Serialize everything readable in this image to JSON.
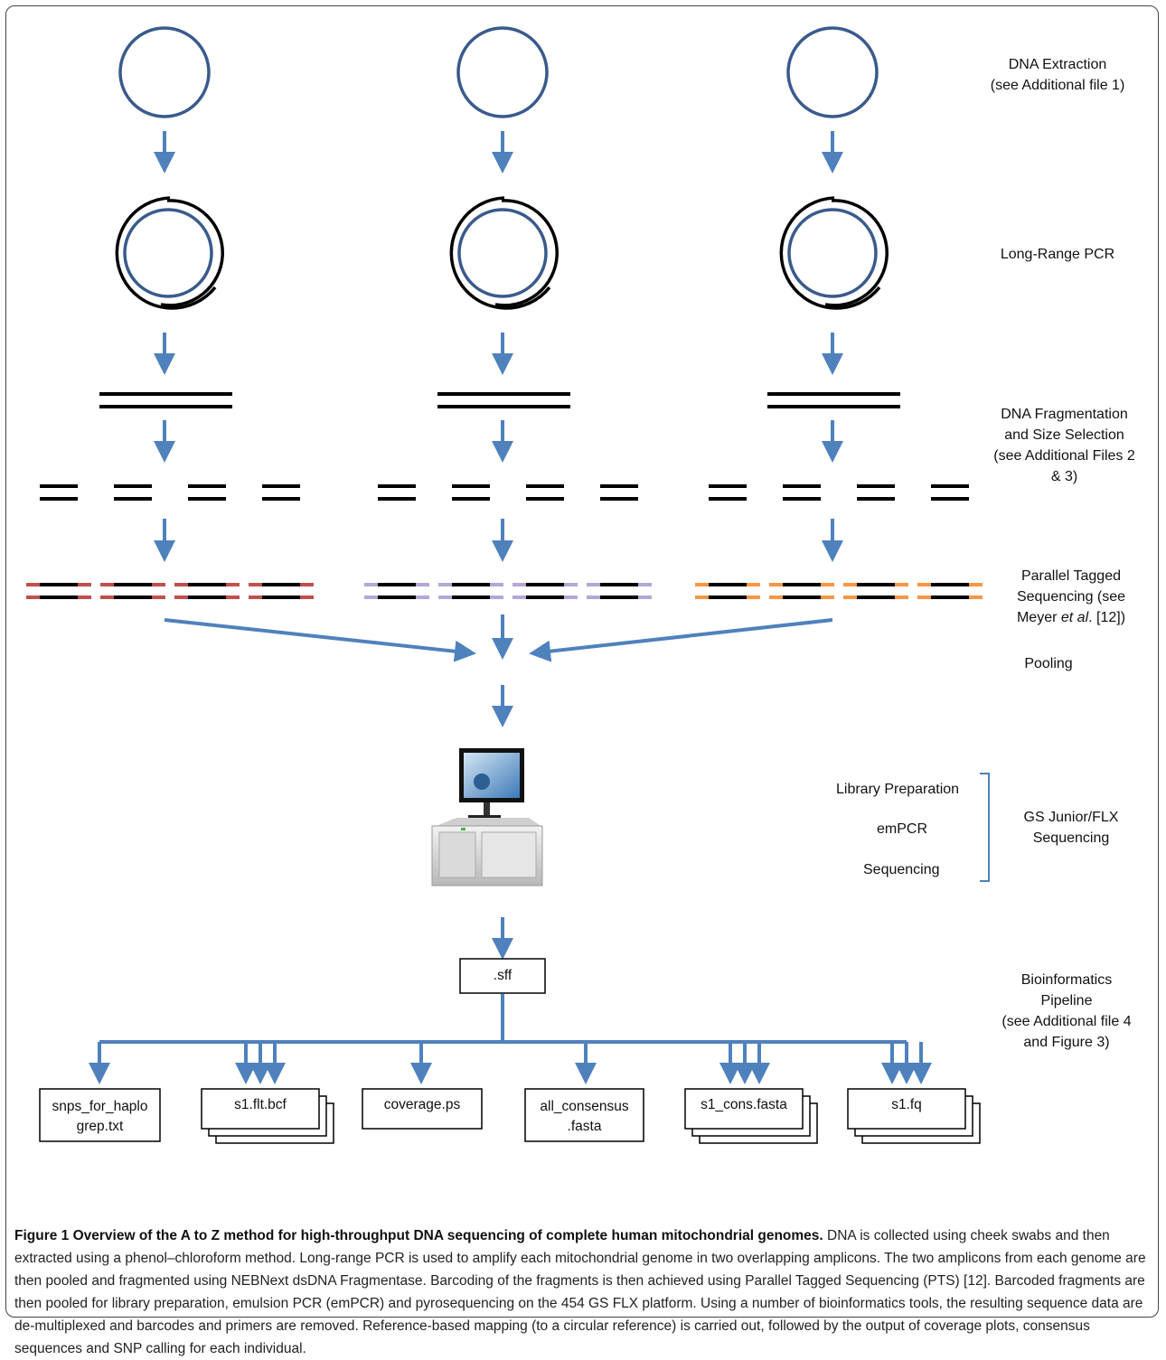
{
  "steps": {
    "extraction": [
      "DNA Extraction",
      "(see Additional file 1)"
    ],
    "pcr": "Long-Range PCR",
    "fragmentation": [
      "DNA Fragmentation",
      "and Size Selection",
      "(see Additional Files 2",
      "& 3)"
    ],
    "tagging": {
      "line1": "Parallel Tagged",
      "line2": "Sequencing (see",
      "line3_pre": "Meyer ",
      "line3_em": "et al",
      "line3_post": ". [12])"
    },
    "pooling": "Pooling",
    "library": "Library Preparation",
    "empcr": "emPCR",
    "sequencing": "Sequencing",
    "gs_junior": [
      "GS Junior/FLX",
      "Sequencing"
    ],
    "bioinformatics": [
      "Bioinformatics",
      "Pipeline",
      "(see Additional file 4",
      "and Figure 3)"
    ]
  },
  "sff_label": ".sff",
  "output_files": [
    [
      "snps_for_haplo",
      "grep.txt"
    ],
    [
      "s1.flt.bcf"
    ],
    [
      "coverage.ps"
    ],
    [
      "all_consensus",
      ".fasta"
    ],
    [
      "s1_cons.fasta"
    ],
    [
      "s1.fq"
    ]
  ],
  "tag_colors": [
    "#c0504d",
    "#b4a7d6",
    "#f79646"
  ],
  "arrow_color": "#4f81bd",
  "circle_color": "#3a5a8c",
  "caption": {
    "title": "Figure 1 Overview of the A to Z method for high-throughput DNA sequencing of complete human mitochondrial genomes.",
    "body": " DNA is collected using cheek swabs and then extracted using a phenol–chloroform method. Long-range PCR is used to amplify each mitochondrial genome in two overlapping amplicons. The two amplicons from each genome are then pooled and fragmented using NEBNext dsDNA Fragmentase. Barcoding of the fragments is then achieved using Parallel Tagged Sequencing (PTS) [12]. Barcoded fragments are then pooled for library preparation, emulsion PCR (emPCR) and pyrosequencing on the 454 GS FLX platform. Using a number of bioinformatics tools, the resulting sequence data are de-multiplexed and barcodes and primers are removed. Reference-based mapping (to a circular reference) is carried out, followed by the output of coverage plots, consensus sequences and SNP calling for each individual."
  }
}
